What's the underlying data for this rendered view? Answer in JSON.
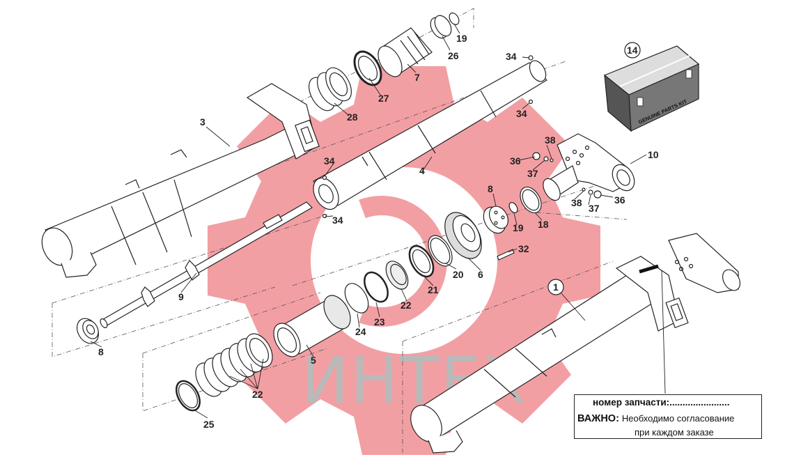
{
  "watermark": {
    "text": "ИНТЕХ",
    "gear_color": "#f08e93"
  },
  "callouts": [
    {
      "id": "c-3",
      "label": "3"
    },
    {
      "id": "c-28",
      "label": "28"
    },
    {
      "id": "c-27",
      "label": "27"
    },
    {
      "id": "c-7",
      "label": "7"
    },
    {
      "id": "c-26",
      "label": "26"
    },
    {
      "id": "c-19a",
      "label": "19"
    },
    {
      "id": "c-34a",
      "label": "34"
    },
    {
      "id": "c-34b",
      "label": "34"
    },
    {
      "id": "c-14",
      "label": "14"
    },
    {
      "id": "c-38a",
      "label": "38"
    },
    {
      "id": "c-36a",
      "label": "36"
    },
    {
      "id": "c-37a",
      "label": "37"
    },
    {
      "id": "c-10",
      "label": "10"
    },
    {
      "id": "c-34c",
      "label": "34"
    },
    {
      "id": "c-4",
      "label": "4"
    },
    {
      "id": "c-8a",
      "label": "8"
    },
    {
      "id": "c-38b",
      "label": "38"
    },
    {
      "id": "c-37b",
      "label": "37"
    },
    {
      "id": "c-36b",
      "label": "36"
    },
    {
      "id": "c-34d",
      "label": "34"
    },
    {
      "id": "c-19b",
      "label": "19"
    },
    {
      "id": "c-18",
      "label": "18"
    },
    {
      "id": "c-32",
      "label": "32"
    },
    {
      "id": "c-20",
      "label": "20"
    },
    {
      "id": "c-6",
      "label": "6"
    },
    {
      "id": "c-21",
      "label": "21"
    },
    {
      "id": "c-22a",
      "label": "22"
    },
    {
      "id": "c-23",
      "label": "23"
    },
    {
      "id": "c-24",
      "label": "24"
    },
    {
      "id": "c-9",
      "label": "9"
    },
    {
      "id": "c-1",
      "label": "1"
    },
    {
      "id": "c-8b",
      "label": "8"
    },
    {
      "id": "c-5",
      "label": "5"
    },
    {
      "id": "c-22b",
      "label": "22"
    },
    {
      "id": "c-25",
      "label": "25"
    }
  ],
  "kit": {
    "label": "GENUINE PARTS KIT"
  },
  "info_box": {
    "part_number_label": "номер запчасти:",
    "part_number_dots": ".......................",
    "important_label": "ВАЖНО:",
    "important_line1": "Необходимо согласование",
    "important_line2": "при каждом заказе"
  }
}
